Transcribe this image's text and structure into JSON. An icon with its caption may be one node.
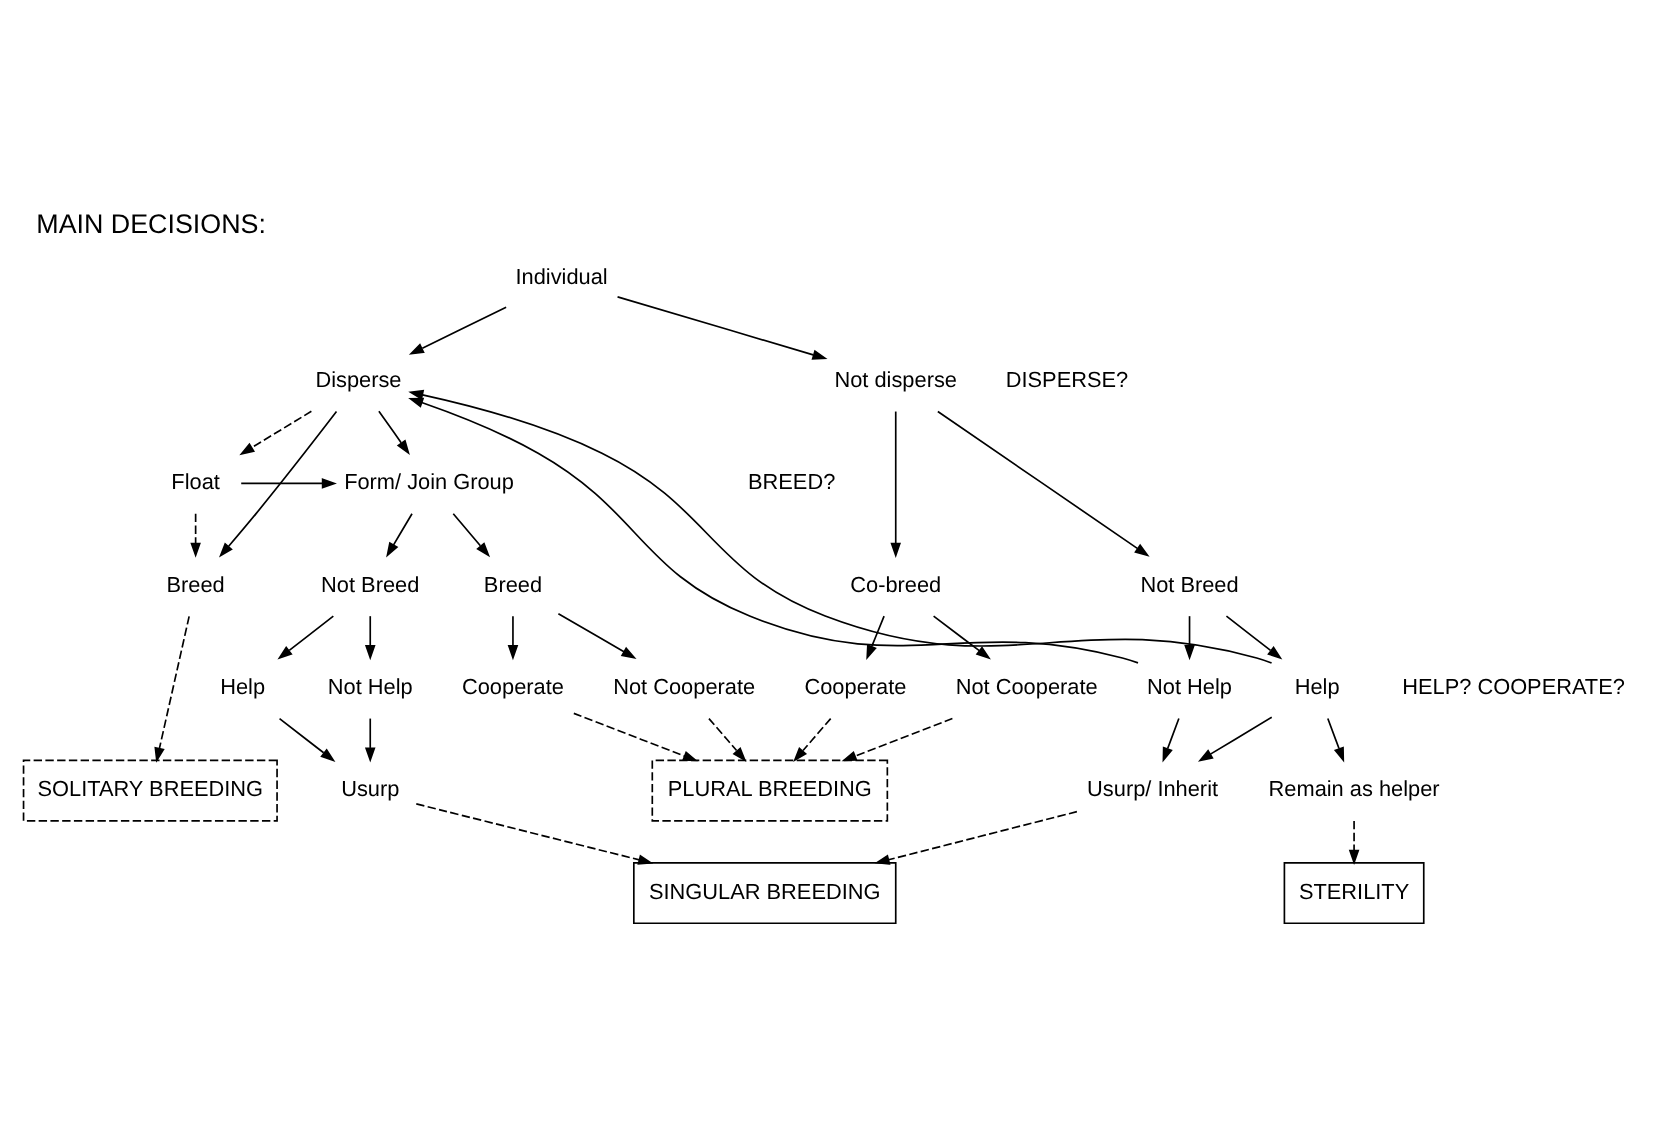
{
  "diagram": {
    "title": "MAIN DECISIONS:",
    "nodes": [
      {
        "text": [
          "Individual"
        ]
      },
      {
        "text": [
          "Not disperse"
        ]
      },
      {
        "text": [
          "Disperse"
        ]
      },
      {
        "text": [
          "Form/ Join Group"
        ]
      },
      {
        "text": [
          "Float"
        ]
      },
      {
        "text": [
          "Co-breed"
        ]
      },
      {
        "text": [
          "Not Breed"
        ]
      },
      {
        "text": [
          "Not Breed"
        ]
      },
      {
        "text": [
          "Breed"
        ]
      },
      {
        "text": [
          "Breed"
        ]
      },
      {
        "text": [
          "Not Cooperate"
        ]
      },
      {
        "text": [
          "Cooperate"
        ]
      },
      {
        "text": [
          "Not Help"
        ]
      },
      {
        "text": [
          "Help"
        ]
      },
      {
        "text": [
          "Help"
        ]
      },
      {
        "text": [
          "Not Help"
        ]
      },
      {
        "text": [
          "Cooperate"
        ]
      },
      {
        "text": [
          "Not Cooperate"
        ]
      },
      {
        "text": [
          "Usurp/ Inherit"
        ]
      },
      {
        "text": [
          "Remain as helper"
        ]
      },
      {
        "text": [
          "Usurp"
        ]
      },
      {
        "text": [
          "STERILITY"
        ]
      },
      {
        "text": [
          "SINGULAR BREEDING"
        ]
      },
      {
        "text": [
          "PLURAL BREEDING"
        ]
      },
      {
        "text": [
          "SOLITARY BREEDING"
        ]
      }
    ],
    "edges": [
      {
        "from": 0,
        "to": 1,
        "arrow": "to"
      },
      {
        "from": 0,
        "to": 2,
        "arrow": "to"
      },
      {
        "from": 1,
        "to": 5,
        "arrow": "to"
      },
      {
        "from": 1,
        "to": 6,
        "arrow": "to"
      },
      {
        "from": 2,
        "to": 3,
        "arrow": "to"
      },
      {
        "from": 2,
        "to": 4,
        "arrow": "to",
        "style": "dashed"
      },
      {
        "from": 2,
        "to": 9,
        "arrow": "to"
      },
      {
        "from": 4,
        "to": 3,
        "arrow": "to"
      },
      {
        "from": 4,
        "to": 9,
        "arrow": "to",
        "style": "dashed"
      },
      {
        "from": 3,
        "to": 7,
        "arrow": "to"
      },
      {
        "from": 3,
        "to": 8,
        "arrow": "to"
      },
      {
        "from": 5,
        "to": 10,
        "arrow": "to"
      },
      {
        "from": 5,
        "to": 11,
        "arrow": "to"
      },
      {
        "from": 6,
        "to": 12,
        "arrow": "to"
      },
      {
        "from": 6,
        "to": 13,
        "arrow": "to"
      },
      {
        "from": 12,
        "to": 2,
        "arrow": "to"
      },
      {
        "from": 13,
        "to": 2,
        "arrow": "to"
      },
      {
        "from": 7,
        "to": 14,
        "arrow": "to"
      },
      {
        "from": 7,
        "to": 15,
        "arrow": "to"
      },
      {
        "from": 8,
        "to": 16,
        "arrow": "to"
      },
      {
        "from": 8,
        "to": 17,
        "arrow": "to"
      },
      {
        "from": 12,
        "to": 18,
        "arrow": "to"
      },
      {
        "from": 13,
        "to": 18,
        "arrow": "to"
      },
      {
        "from": 13,
        "to": 19,
        "arrow": "to"
      },
      {
        "from": 14,
        "to": 20,
        "arrow": "to"
      },
      {
        "from": 15,
        "to": 20,
        "arrow": "to"
      },
      {
        "from": 19,
        "to": 21,
        "arrow": "to",
        "style": "dashed"
      },
      {
        "from": 18,
        "to": 22,
        "arrow": "to",
        "style": "dashed"
      },
      {
        "from": 20,
        "to": 22,
        "arrow": "to",
        "style": "dashed"
      },
      {
        "from": 10,
        "to": 23,
        "arrow": "to",
        "style": "dashed"
      },
      {
        "from": 11,
        "to": 23,
        "arrow": "to",
        "style": "dashed"
      },
      {
        "from": 16,
        "to": 23,
        "arrow": "to",
        "style": "dashed"
      },
      {
        "from": 17,
        "to": 23,
        "arrow": "to",
        "style": "dashed"
      },
      {
        "from": 9,
        "to": 24,
        "arrow": "to",
        "style": "dashed"
      }
    ],
    "labels": [
      "DISPERSE?",
      "BREED?",
      "HELP? COOPERATE?"
    ]
  }
}
